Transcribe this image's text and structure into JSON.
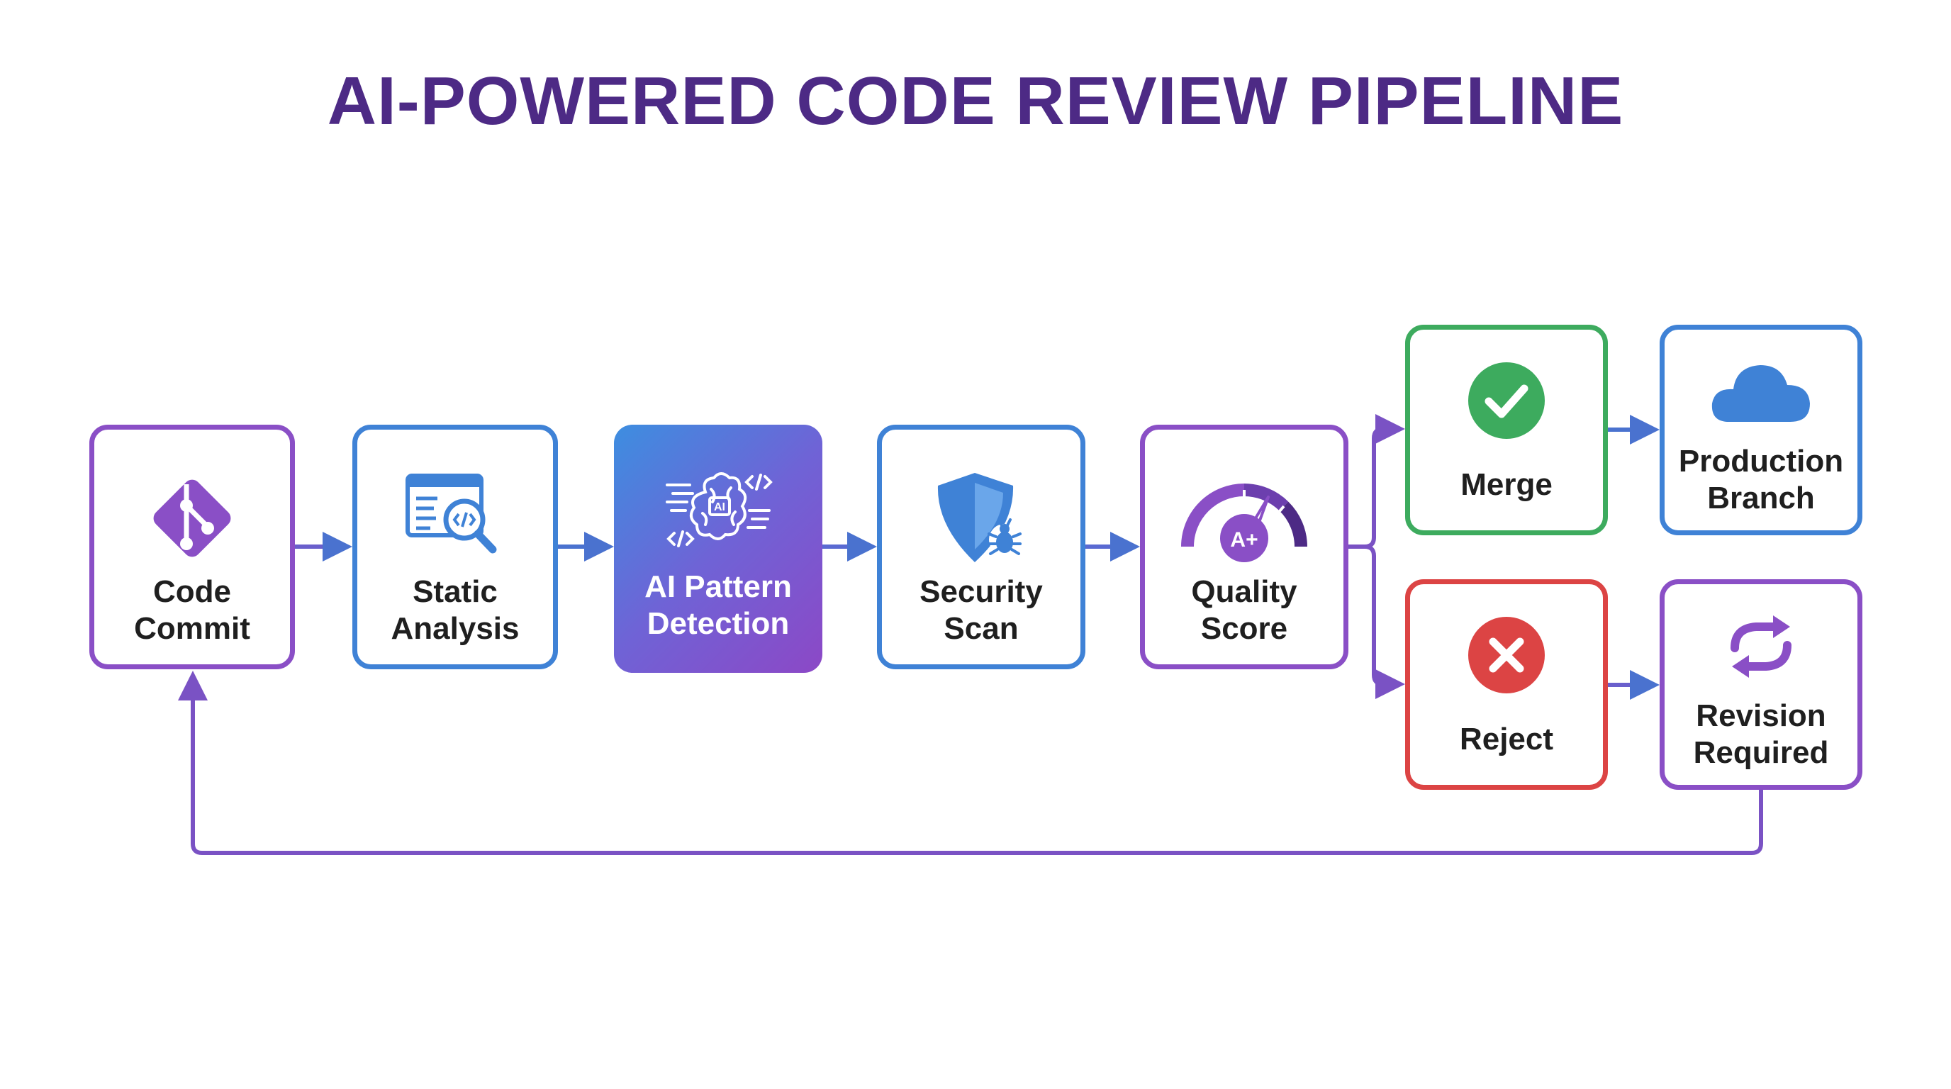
{
  "title": "AI-POWERED CODE REVIEW PIPELINE",
  "colors": {
    "title": "#4d2a85",
    "purple": "#8a4fc6",
    "blue": "#3f82d6",
    "green": "#3dab5e",
    "red": "#dc4444"
  },
  "nodes": {
    "code_commit": {
      "label": "Code\nCommit",
      "icon": "git-diamond-icon"
    },
    "static_analysis": {
      "label": "Static\nAnalysis",
      "icon": "code-magnifier-icon"
    },
    "ai_pattern": {
      "label": "AI Pattern\nDetection",
      "icon": "ai-brain-icon"
    },
    "security_scan": {
      "label": "Security\nScan",
      "icon": "shield-bug-icon"
    },
    "quality_score": {
      "label": "Quality\nScore",
      "icon": "gauge-icon",
      "badge": "A+"
    },
    "merge": {
      "label": "Merge",
      "icon": "check-circle-icon"
    },
    "production": {
      "label": "Production\nBranch",
      "icon": "cloud-icon"
    },
    "reject": {
      "label": "Reject",
      "icon": "x-circle-icon"
    },
    "revision": {
      "label": "Revision\nRequired",
      "icon": "refresh-arrows-icon"
    }
  }
}
